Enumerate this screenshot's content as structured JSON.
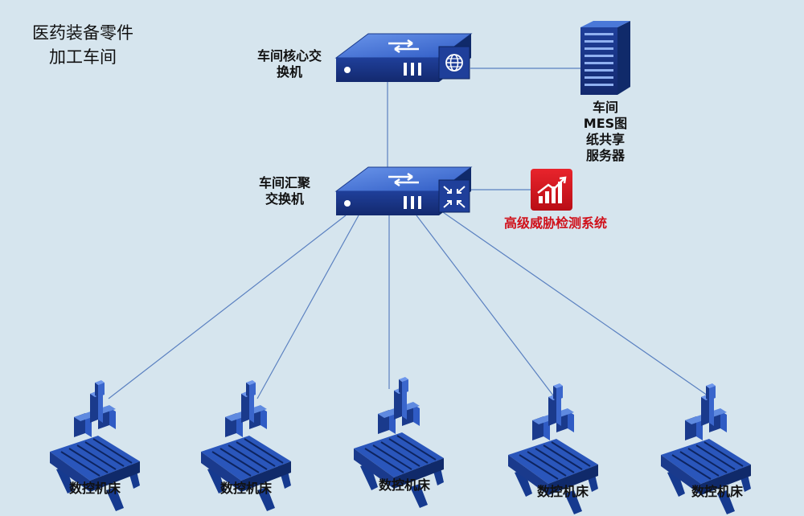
{
  "title": [
    "医药装备零件",
    "加工车间"
  ],
  "core_switch": {
    "label": [
      "车间核心交",
      "换机"
    ]
  },
  "agg_switch": {
    "label": [
      "车间汇聚",
      "交换机"
    ]
  },
  "server": {
    "label": [
      "车间",
      "MES图",
      "纸共享",
      "服务器"
    ]
  },
  "threat_system": {
    "label": "高级威胁检测系统",
    "color": "#d0101a"
  },
  "machines": [
    {
      "label": "数控机床"
    },
    {
      "label": "数控机床"
    },
    {
      "label": "数控机床"
    },
    {
      "label": "数控机床"
    },
    {
      "label": "数控机床"
    }
  ],
  "colors": {
    "background": "#d6e5ee",
    "device_blue": "#1e3f9e",
    "device_top": "#4a78d8",
    "line": "#5a80c0",
    "alert_red": "#d0101a"
  },
  "icons": {
    "core_switch_badge": "globe-icon",
    "agg_switch_badge": "arrows-in-icon",
    "threat_badge": "trend-up-icon"
  }
}
